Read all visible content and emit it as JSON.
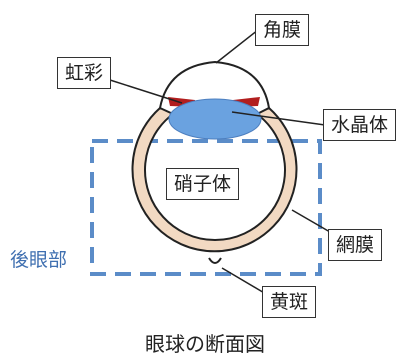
{
  "labels": {
    "cornea": "角膜",
    "iris": "虹彩",
    "lens": "水晶体",
    "vitreous": "硝子体",
    "retina": "網膜",
    "macula": "黄斑",
    "posterior_segment": "後眼部"
  },
  "caption": "眼球の断面図",
  "colors": {
    "sclera_fill": "#f2d9c2",
    "iris_red": "#b21e1e",
    "lens_blue": "#6aa2e0",
    "dashed_box": "#5b8cc8",
    "outline": "#222222"
  }
}
